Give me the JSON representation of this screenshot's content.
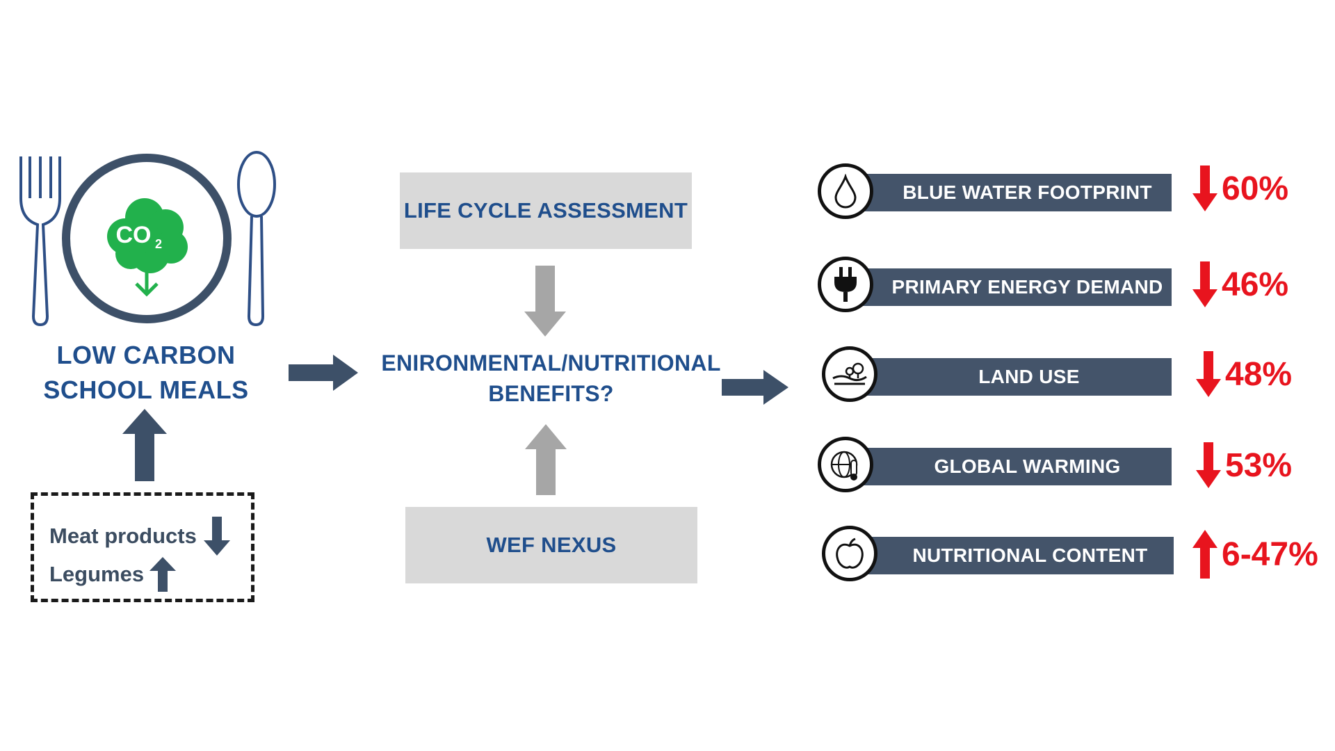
{
  "left": {
    "co2_text": "CO",
    "co2_subscript": "2",
    "title_line1": "LOW CARBON",
    "title_line2": "SCHOOL MEALS",
    "ingredients": [
      {
        "label": "Meat products",
        "direction": "down"
      },
      {
        "label": "Legumes",
        "direction": "up"
      }
    ]
  },
  "middle": {
    "top_box": "LIFE CYCLE ASSESSMENT",
    "center_line1": "ENIRONMENTAL/NUTRITIONAL",
    "center_line2": "BENEFITS?",
    "bottom_box": "WEF NEXUS"
  },
  "results": [
    {
      "label": "BLUE WATER FOOTPRINT",
      "value": "60%",
      "direction": "down",
      "icon": "water-drop-icon"
    },
    {
      "label": "PRIMARY ENERGY DEMAND",
      "value": "46%",
      "direction": "down",
      "icon": "power-plug-icon"
    },
    {
      "label": "LAND USE",
      "value": "48%",
      "direction": "down",
      "icon": "land-icon"
    },
    {
      "label": "GLOBAL WARMING",
      "value": "53%",
      "direction": "down",
      "icon": "globe-thermometer-icon"
    },
    {
      "label": "NUTRITIONAL CONTENT",
      "value": "6-47%",
      "direction": "up",
      "icon": "apple-icon"
    }
  ],
  "colors": {
    "navy_text": "#1f4e8c",
    "bar": "#44546a",
    "arrow_dark": "#44546a",
    "arrow_grey": "#a6a6a6",
    "box_grey": "#d9d9d9",
    "accent_red": "#e8141e",
    "co2_green": "#22b14c"
  }
}
